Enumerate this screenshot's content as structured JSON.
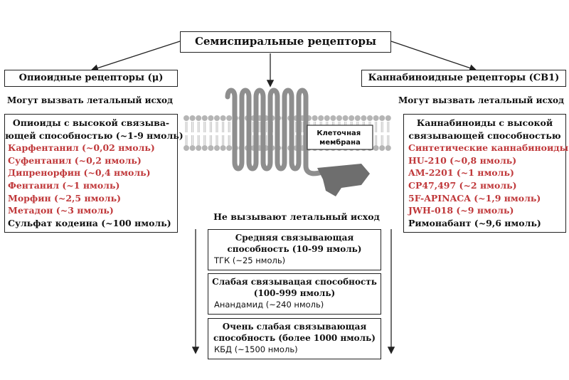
{
  "title": "Семиспиральные рецепторы",
  "left": {
    "heading": "Опиоидные рецепторы (μ)",
    "lethal": "Могут вызвать летальный исход",
    "box_title_1": "Опиоиды с высокой связыва-",
    "box_title_2": "ющей способностью (~1-9 нмоль)",
    "items": [
      "Карфентанил (~0,02 нмоль)",
      "Суфентанил (~0,2 нмоль)",
      "Дипренорфин (~0,4 нмоль)",
      "Фентанил (~1 нмоль)",
      "Морфин (~2,5 нмоль)",
      "Метадон (~3 нмоль)"
    ],
    "last_item": "Сульфат кодеина (~100 нмоль)"
  },
  "right": {
    "heading": "Каннабиноидные рецепторы (CB1)",
    "lethal": "Могут вызвать летальный исход",
    "box_title_1": "Каннабиноиды с высокой",
    "box_title_2": "связывающей способностью",
    "items": [
      "Синтетические каннабиноиды:",
      "HU-210 (~0,8 нмоль)",
      "AM-2201 (~1 нмоль)",
      "CP47,497 (~2 нмоль)",
      "5F-APINACA (~1,9 нмоль)",
      "JWH-018 (~9 нмоль)"
    ],
    "last_item": "Римонабант (~9,6 нмоль)"
  },
  "membrane_label_1": "Клеточная",
  "membrane_label_2": "мембрана",
  "center": {
    "non_lethal": "Не вызывают летальный исход",
    "boxes": [
      {
        "title_1": "Средняя связывающая",
        "title_2": "способность (10-99 нмоль)",
        "item": "ТГК (~25 нмоль)"
      },
      {
        "title_1": "Слабая связывацая способность",
        "title_2": "(100-999 нмоль)",
        "item": "Анандамид (~240 нмоль)"
      },
      {
        "title_1": "Очень слабая связывающая",
        "title_2": "способность (более 1000 нмоль)",
        "item": "КБД (~1500 нмоль)"
      }
    ]
  },
  "colors": {
    "highlight": "#c0393b",
    "line": "#222222",
    "membrane": "#b5b5b5"
  }
}
